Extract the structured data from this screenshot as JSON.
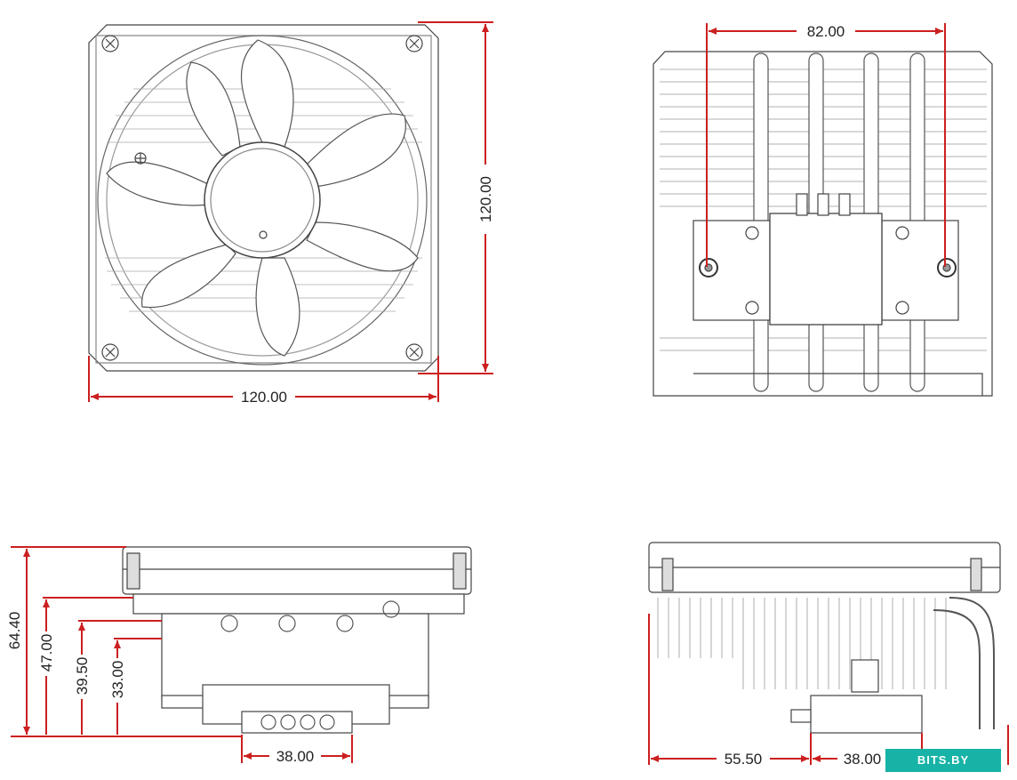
{
  "top_view": {
    "width_label": "120.00",
    "height_label": "120.00"
  },
  "front_view": {
    "hole_spacing_label": "82.00"
  },
  "side_view_left": {
    "total_height_label": "64.40",
    "height_47_label": "47.00",
    "height_39_label": "39.50",
    "height_33_label": "33.00",
    "base_width_label": "38.00"
  },
  "side_view_right": {
    "offset_label": "55.50",
    "base_width_label": "38.00"
  },
  "watermark": {
    "text": "BITS.BY"
  },
  "colors": {
    "dimension": "#cc1f1f",
    "outline": "#444444",
    "watermark_bg": "#16b3a6"
  }
}
